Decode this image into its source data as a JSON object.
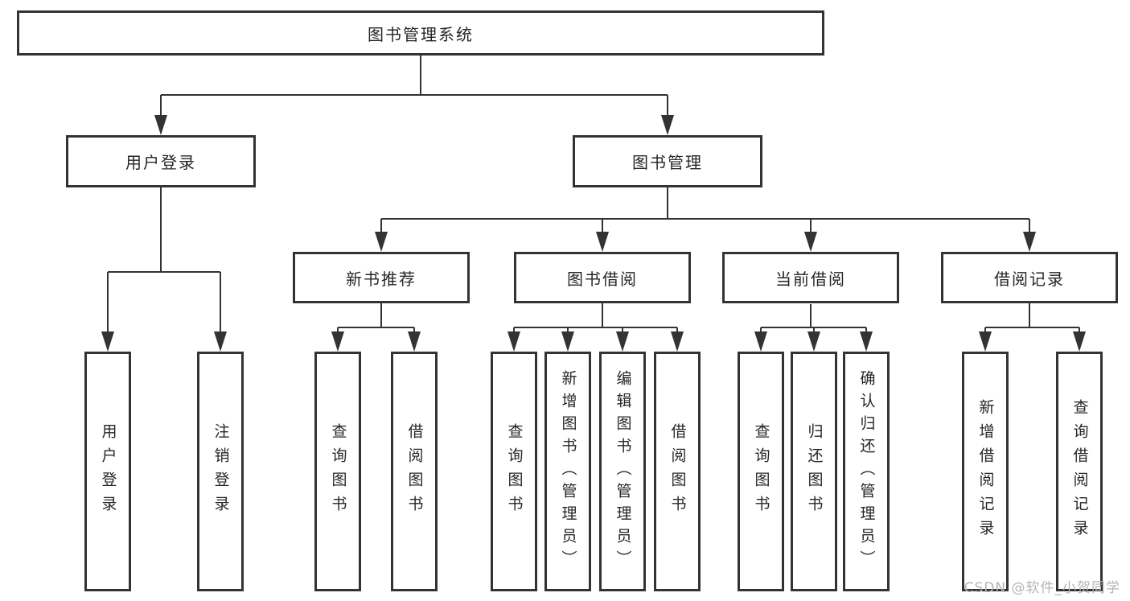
{
  "diagram_type": "hierarchy-tree",
  "colors": {
    "background": "#ffffff",
    "line": "#333333",
    "box_border": "#333333",
    "box_fill": "#ffffff",
    "text": "#262626",
    "watermark": "#b5b5b5"
  },
  "tree": {
    "root": {
      "label": "图书管理系统"
    },
    "branches": [
      {
        "label": "用户登录",
        "children": [
          "用户登录",
          "注销登录"
        ]
      },
      {
        "label": "图书管理",
        "groups": [
          {
            "label": "新书推荐",
            "children": [
              "查询图书",
              "借阅图书"
            ]
          },
          {
            "label": "图书借阅",
            "children": [
              "查询图书",
              "新增图书（管理员）",
              "编辑图书（管理员）",
              "借阅图书"
            ]
          },
          {
            "label": "当前借阅",
            "children": [
              "查询图书",
              "归还图书",
              "确认归还（管理员）"
            ]
          },
          {
            "label": "借阅记录",
            "children": [
              "新增借阅记录",
              "查询借阅记录"
            ]
          }
        ]
      }
    ]
  },
  "watermark": {
    "text": "CSDN @软件_小贺同学"
  }
}
